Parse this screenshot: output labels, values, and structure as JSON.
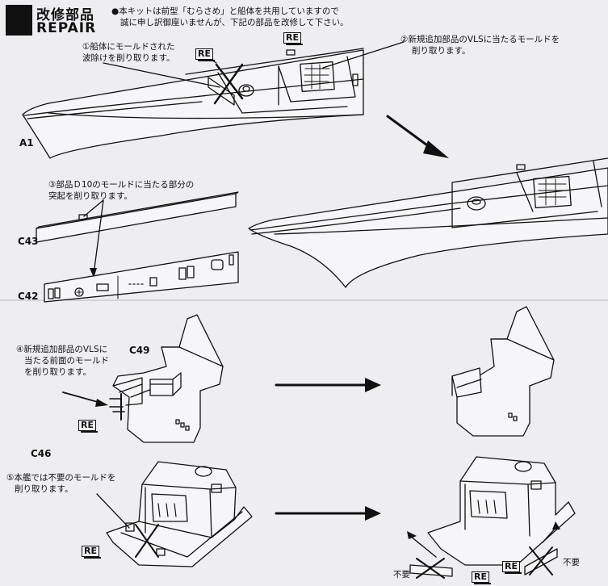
{
  "header": {
    "title_jp": "改修部品",
    "title_en": "REPAIR",
    "notice_line1": "●本キットは前型「むらさめ」と船体を共用していますので",
    "notice_line2": "誠に申し訳御座いませんが、下記の部品を改修して下さい。"
  },
  "notes": {
    "n1_line1": "①船体にモールドされた",
    "n1_line2": "波除けを削り取ります。",
    "n2_line1": "②新規追加部品のVLSに当たるモールドを",
    "n2_line2": "削り取ります。",
    "n3_line1": "③部品Ｄ10のモールドに当たる部分の",
    "n3_line2": "突起を削り取ります。",
    "n4_line1": "④新規追加部品のVLSに",
    "n4_line2": "当たる前面のモールド",
    "n4_line3": "を削り取ります。",
    "n5_line1": "⑤本艦では不要のモールドを",
    "n5_line2": "削り取ります。"
  },
  "parts": {
    "a1": "A1",
    "c43": "C43",
    "c42": "C42",
    "c49": "C49",
    "c46": "C46"
  },
  "tags": {
    "re": "RE",
    "unneeded": "不要"
  }
}
